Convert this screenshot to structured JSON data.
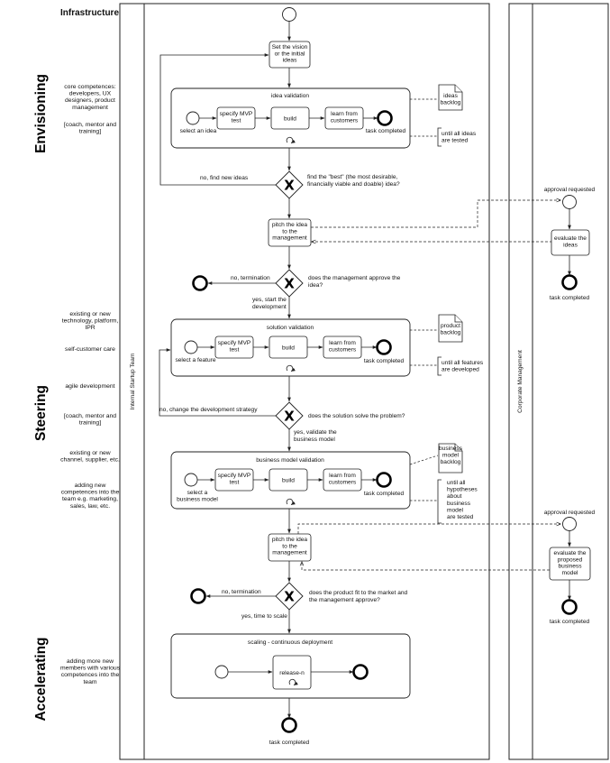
{
  "title": "Infrastructure",
  "phases": {
    "envisioning": "Envisioning",
    "steering": "Steering",
    "accelerating": "Accelerating"
  },
  "lanes": {
    "startup": "Internal Startup Team",
    "corporate": "Corporate Management"
  },
  "notes": {
    "env_1": [
      "core competences:",
      "developers, UX",
      "designers, product",
      "management"
    ],
    "env_2": [
      "[coach, mentor and",
      "training]"
    ],
    "steer_1": [
      "existing or new",
      "technology, platform,",
      "IPR"
    ],
    "steer_2": [
      "self-customer care"
    ],
    "steer_3": [
      "agile development"
    ],
    "steer_4": [
      "[coach, mentor and",
      "training]"
    ],
    "steer_5": [
      "existing or new",
      "channel, supplier, etc."
    ],
    "steer_6": [
      "adding new",
      "competences into the",
      "team e.g. marketing,",
      "sales, law, etc."
    ],
    "acc_1": [
      "adding more new",
      "members with various",
      "competences into the",
      "team"
    ]
  },
  "tasks": {
    "set_vision": [
      "Set the vision",
      "or the initial",
      "ideas"
    ],
    "pitch_1": [
      "pitch the idea",
      "to the",
      "management"
    ],
    "pitch_2": [
      "pitch the idea",
      "to the",
      "management"
    ],
    "evaluate_ideas": [
      "evaluate the",
      "ideas"
    ],
    "evaluate_bm": [
      "evaluate the",
      "proposed",
      "business",
      "model"
    ]
  },
  "subprocesses": {
    "idea": {
      "title": "idea validation",
      "start_label": [
        "select an idea"
      ],
      "t1": [
        "specify MVP",
        "test"
      ],
      "t2": [
        "build"
      ],
      "t3": [
        "learn from",
        "customers"
      ],
      "end_label": [
        "task completed"
      ]
    },
    "solution": {
      "title": "solution validation",
      "start_label": [
        "select a feature"
      ],
      "t1": [
        "specify MVP",
        "test"
      ],
      "t2": [
        "build"
      ],
      "t3": [
        "learn from",
        "customers"
      ],
      "end_label": [
        "task completed"
      ]
    },
    "business": {
      "title": "business model validation",
      "start_label": [
        "select a",
        "business model"
      ],
      "t1": [
        "specify MVP",
        "test"
      ],
      "t2": [
        "build"
      ],
      "t3": [
        "learn from",
        "customers"
      ],
      "end_label": [
        "task completed"
      ]
    },
    "scaling": {
      "title": "scaling - continuous deployment",
      "t1": [
        "release-n"
      ]
    }
  },
  "artifacts": {
    "ideas_backlog": [
      "ideas",
      "backlog"
    ],
    "product_backlog": [
      "product",
      "backlog"
    ],
    "bm_backlog": [
      "business",
      "model",
      "backlog"
    ],
    "ann_ideas": [
      "until all ideas",
      "are tested"
    ],
    "ann_features": [
      "until all features",
      "are developed"
    ],
    "ann_hyp": [
      "until all",
      "hypotheses",
      "about",
      "business",
      "model",
      "are tested"
    ]
  },
  "gateways": {
    "g1_question": [
      "find the \"best\" (the most desirable,",
      "financially viable and doable) idea?"
    ],
    "g1_no": [
      "no, find new ideas"
    ],
    "g2_question": [
      "does the management approve the",
      "idea?"
    ],
    "g2_no": [
      "no, termination"
    ],
    "g2_yes": [
      "yes, start the",
      "development"
    ],
    "g3_question": [
      "does the solution solve the problem?"
    ],
    "g3_no": [
      "no, change the development strategy"
    ],
    "g3_yes": [
      "yes, validate the",
      "business model"
    ],
    "g4_question": [
      "does the product fit to the market and",
      "the management approve?"
    ],
    "g4_no": [
      "no, termination"
    ],
    "g4_yes": [
      "yes, time to scale"
    ]
  },
  "corporate": {
    "approval_1": [
      "approval requested"
    ],
    "completed_1": [
      "task completed"
    ],
    "approval_2": [
      "approval requested"
    ],
    "completed_2": [
      "task completed"
    ]
  },
  "final": {
    "completed": [
      "task completed"
    ]
  }
}
